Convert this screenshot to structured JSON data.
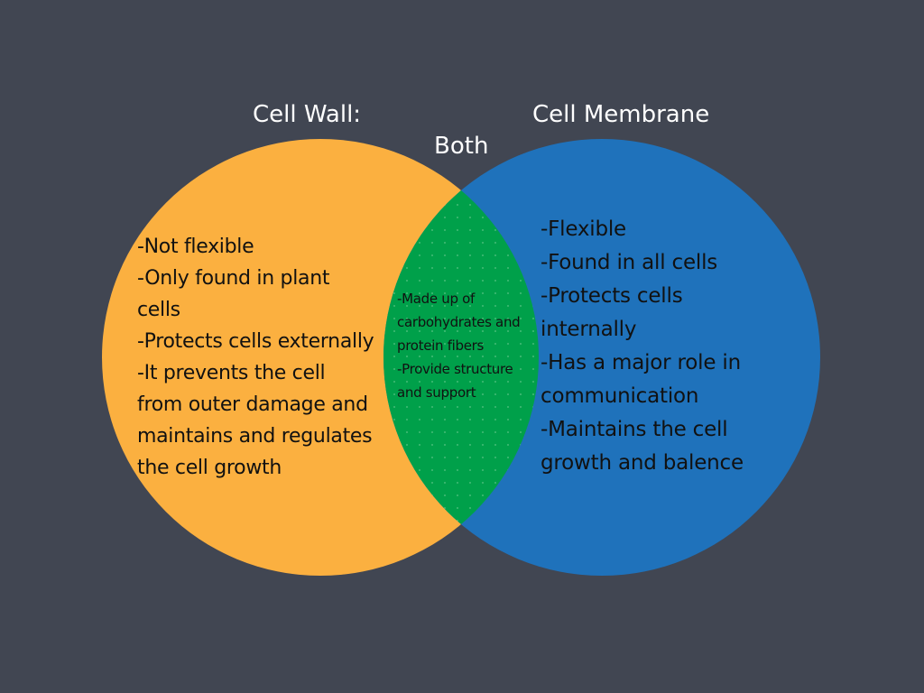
{
  "colors": {
    "background": "#414652",
    "left_circle": "#fbb040",
    "right_circle": "#1f72bb",
    "overlap": "#00a04a",
    "title_text": "#ffffff",
    "body_text": "#111111"
  },
  "left": {
    "title": "Cell Wall:",
    "lines": [
      "-Not flexible",
      "-Only found in plant",
      "cells",
      "-Protects cells externally",
      "-It prevents the cell",
      "from outer damage and",
      "maintains and regulates",
      "the cell growth"
    ]
  },
  "right": {
    "title": "Cell Membrane",
    "lines": [
      "-Flexible",
      "-Found in all cells",
      "-Protects cells",
      "internally",
      "-Has a major role in",
      "communication",
      "-Maintains the cell",
      "growth and balence"
    ]
  },
  "center": {
    "title": "Both",
    "lines": [
      "-Made up of",
      "carbohydrates and",
      "protein fibers",
      "-Provide structure",
      "and support"
    ]
  }
}
